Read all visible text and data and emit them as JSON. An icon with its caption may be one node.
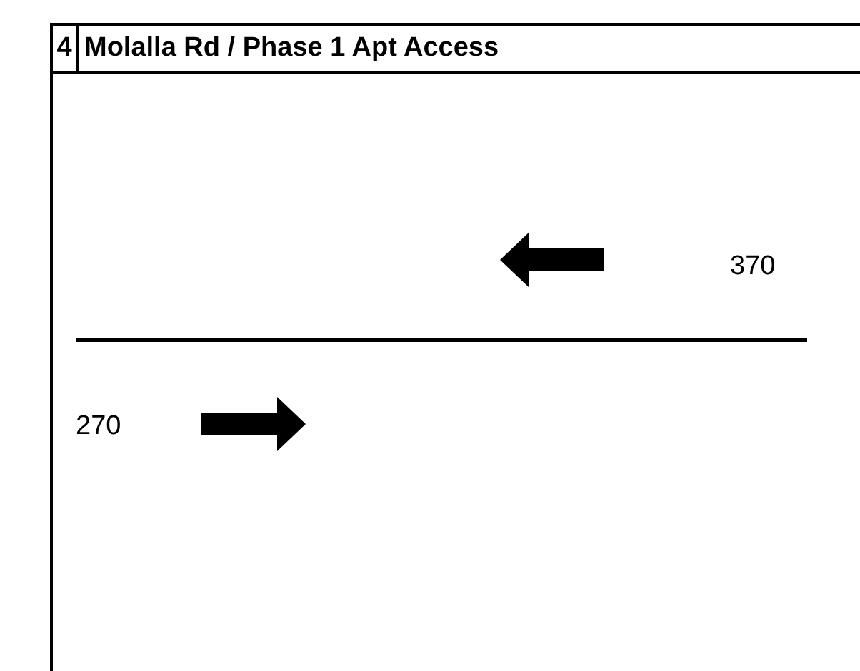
{
  "diagram": {
    "labels": [
      "4",
      "Molalla Rd / Phase 1 Apt Access",
      "370",
      "270"
    ]
  }
}
